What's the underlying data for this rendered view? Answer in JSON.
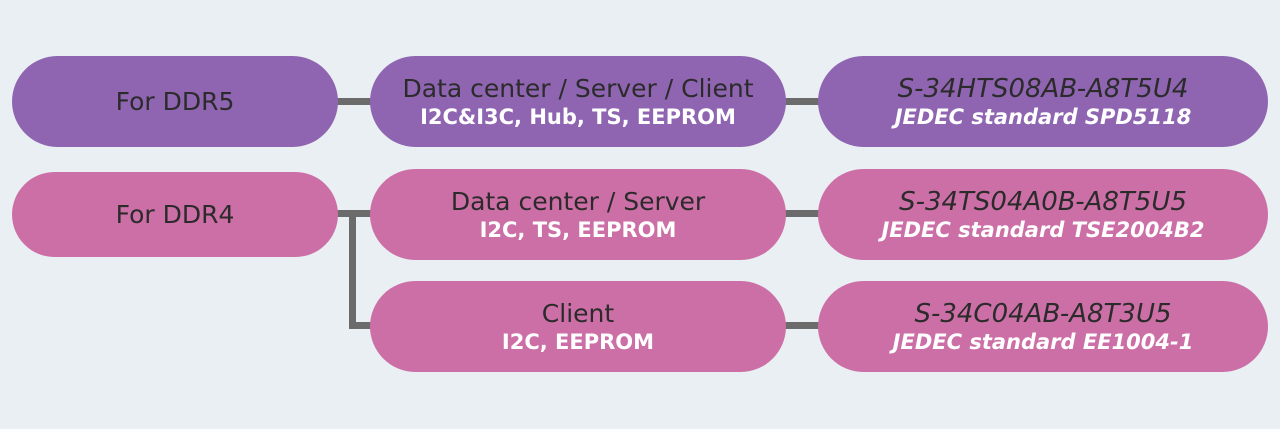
{
  "ddr5": {
    "category": "For DDR5",
    "app_title": "Data center / Server / Client",
    "app_features": "I2C&I3C, Hub, TS, EEPROM",
    "part_number": "S-34HTS08AB-A8T5U4",
    "standard": "JEDEC standard SPD5118"
  },
  "ddr4": {
    "category": "For DDR4",
    "server": {
      "app_title": "Data center / Server",
      "app_features": "I2C, TS, EEPROM",
      "part_number": "S-34TS04A0B-A8T5U5",
      "standard": "JEDEC standard TSE2004B2"
    },
    "client": {
      "app_title": "Client",
      "app_features": "I2C, EEPROM",
      "part_number": "S-34C04AB-A8T3U5",
      "standard": "JEDEC standard EE1004-1"
    }
  },
  "colors": {
    "ddr5": "#8f65b2",
    "ddr4": "#cc6fa6",
    "connector": "#6b6b6b",
    "background": "#e9eff2"
  }
}
